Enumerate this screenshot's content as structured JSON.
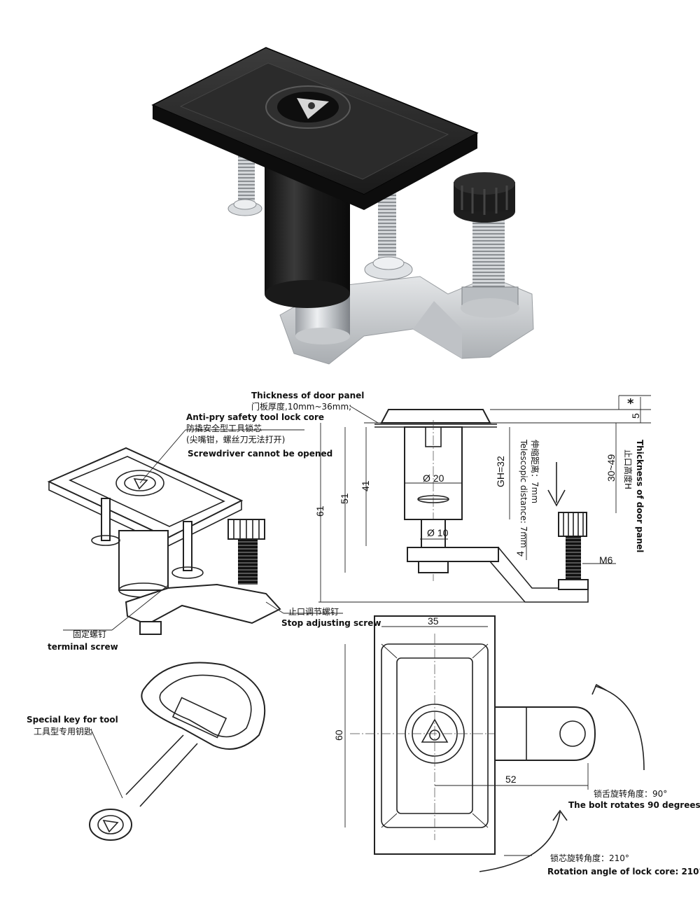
{
  "callouts": {
    "door_thickness_en": "Thickness of door panel",
    "door_thickness_cn": "门板厚度,10mm~36mm;",
    "antipry_en": "Anti-pry safety tool lock core",
    "antipry_cn": "防撬安全型工具锁芯",
    "antipry_cn_note": "(尖嘴钳，螺丝刀无法打开)",
    "screwdriver_en": "Screwdriver cannot be opened",
    "fixing_screw_cn": "固定螺钉",
    "fixing_screw_en": "terminal screw",
    "stop_screw_cn": "止口调节螺钉",
    "stop_screw_en": "Stop adjusting screw",
    "special_key_en": "Special key for tool",
    "special_key_cn": "工具型专用钥匙",
    "bolt_rotate_cn": "锁舌旋转角度：90°",
    "bolt_rotate_en": "The bolt rotates 90 degrees",
    "core_rotate_cn": "锁芯旋转角度：210°",
    "core_rotate_en": "Rotation angle of lock core: 210°",
    "telescopic_en": "Telescopic distance: 7mm",
    "telescopic_cn": "伸缩距离：7mm",
    "stop_height_cn": "止口高度H",
    "door_thickness_v": "Thickness of door panel",
    "asterisk": "*"
  },
  "dimensions": {
    "d61": "61",
    "d51": "51",
    "d41": "41",
    "gh": "GH=32",
    "d30_49": "30~49",
    "d5": "5",
    "phi20": "Ø 20",
    "phi10": "Ø 10",
    "d4": "4",
    "m6": "M6",
    "d35": "35",
    "d60": "60",
    "d52": "52"
  },
  "colors": {
    "line": "#222222",
    "body_black": "#1e1e1e",
    "metal": "#c9ccd0",
    "metal_dark": "#8e9296"
  }
}
